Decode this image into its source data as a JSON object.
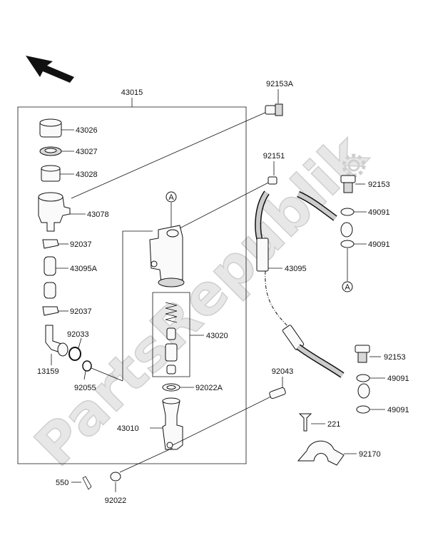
{
  "watermark": "PartsRepublik",
  "labels": {
    "l43015": "43015",
    "l92153A": "92153A",
    "l43026": "43026",
    "l43027": "43027",
    "l43028": "43028",
    "l43078": "43078",
    "l92151": "92151",
    "l92153a": "92153",
    "l49091a": "49091",
    "l49091b": "49091",
    "l92037a": "92037",
    "l43095A": "43095A",
    "l43095": "43095",
    "l92037b": "92037",
    "l43020": "43020",
    "l92033": "92033",
    "l13159": "13159",
    "l92055": "92055",
    "l92153b": "92153",
    "l49091c": "49091",
    "l49091d": "49091",
    "l92043": "92043",
    "l92022A": "92022A",
    "l43010": "43010",
    "l221": "221",
    "l92170": "92170",
    "l550": "550",
    "l92022": "92022",
    "refA1": "A",
    "refA2": "A"
  }
}
